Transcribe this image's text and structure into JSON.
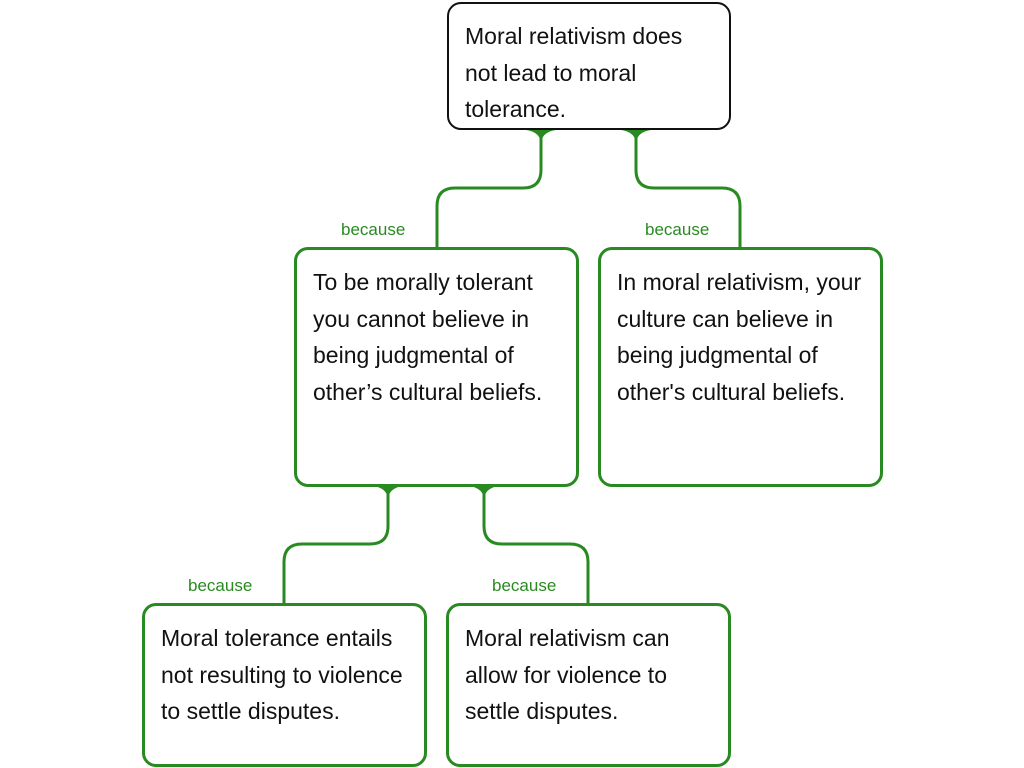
{
  "nodes": {
    "claim": "Moral relativism does not lead to moral tolerance.",
    "reason1": "To be morally tolerant you cannot believe in being judgmental of other’s cultural beliefs.",
    "reason2": "In moral relativism, your culture can believe in being judgmental of other's cultural beliefs.",
    "reason1a": "Moral tolerance entails not resulting to violence to settle disputes.",
    "reason1b": "Moral relativism can allow for violence to settle disputes."
  },
  "connector_label": "because",
  "colors": {
    "connector": "#2a8a22",
    "claim_border": "#111111"
  }
}
